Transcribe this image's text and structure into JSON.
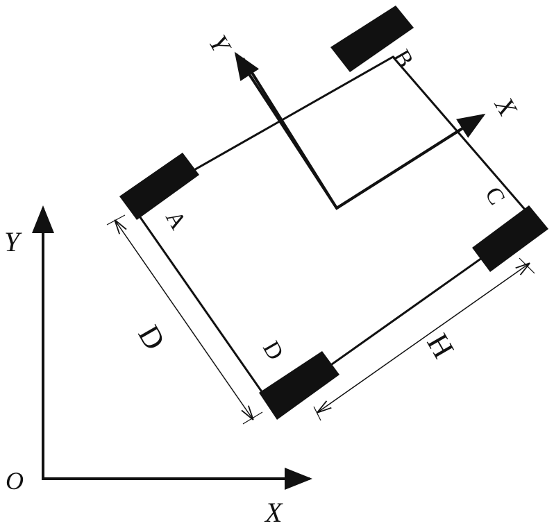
{
  "global_frame": {
    "origin_label": "O",
    "x_axis_label": "X",
    "y_axis_label": "Y"
  },
  "body_frame": {
    "x_axis_label": "X",
    "y_axis_label": "Y"
  },
  "wheels": [
    {
      "label": "A"
    },
    {
      "label": "B"
    },
    {
      "label": "C"
    },
    {
      "label": "D"
    }
  ],
  "dimensions": {
    "width_label": "D",
    "length_label": "H"
  },
  "colors": {
    "stroke": "#111111",
    "wheel_fill": "#111111",
    "background": "#ffffff"
  }
}
